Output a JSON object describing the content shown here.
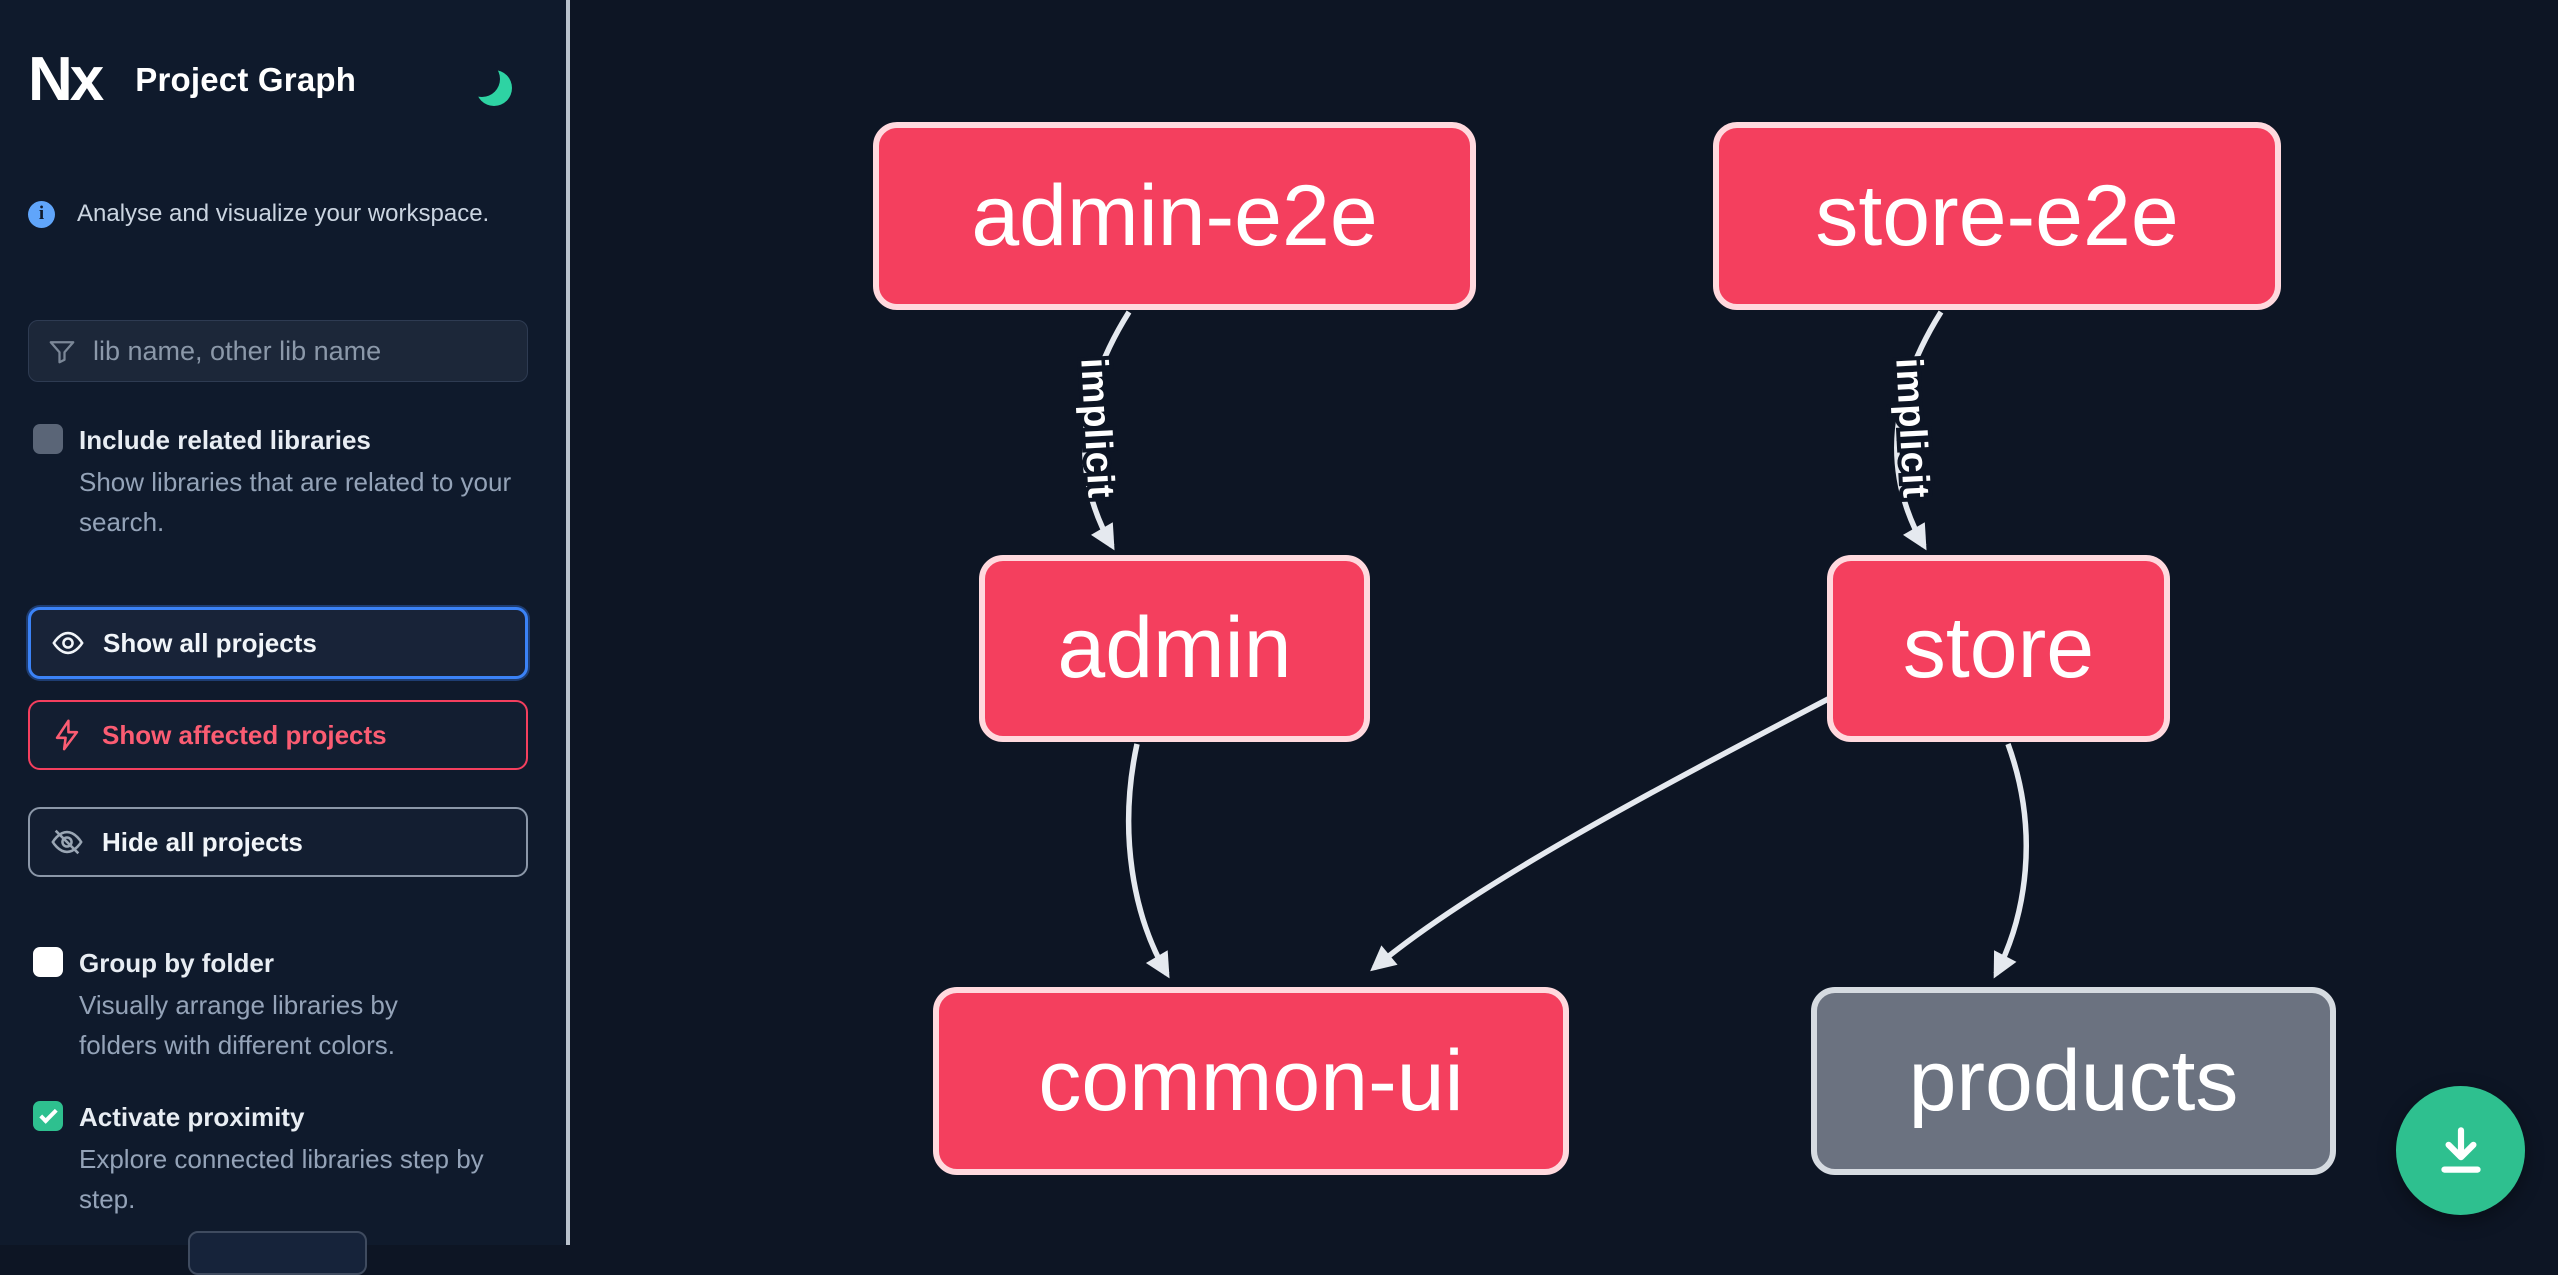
{
  "header": {
    "logo_text": "Nx",
    "title": "Project Graph"
  },
  "sidebar": {
    "tagline": "Analyse and visualize your workspace.",
    "search": {
      "placeholder": "lib name, other lib name",
      "value": ""
    },
    "options": [
      {
        "id": "include-related-libraries",
        "label": "Include related libraries",
        "description": "Show libraries that are related to your search.",
        "checked": false
      },
      {
        "id": "group-by-folder",
        "label": "Group by folder",
        "description": "Visually arrange libraries by folders with different colors.",
        "checked": false
      },
      {
        "id": "activate-proximity",
        "label": "Activate proximity",
        "description": "Explore connected libraries step by step.",
        "checked": true
      }
    ],
    "actions": [
      {
        "id": "show-all",
        "label": "Show all projects"
      },
      {
        "id": "show-affected",
        "label": "Show affected projects"
      },
      {
        "id": "hide-all",
        "label": "Hide all projects"
      }
    ]
  },
  "graph": {
    "nodes": [
      {
        "id": "admin-e2e",
        "label": "admin-e2e",
        "style": "focused"
      },
      {
        "id": "store-e2e",
        "label": "store-e2e",
        "style": "focused"
      },
      {
        "id": "admin",
        "label": "admin",
        "style": "focused"
      },
      {
        "id": "store",
        "label": "store",
        "style": "focused"
      },
      {
        "id": "common-ui",
        "label": "common-ui",
        "style": "focused"
      },
      {
        "id": "products",
        "label": "products",
        "style": "unfocused"
      }
    ],
    "edges": [
      {
        "source": "admin-e2e",
        "target": "admin",
        "label": "implicit"
      },
      {
        "source": "store-e2e",
        "target": "store",
        "label": "implicit"
      },
      {
        "source": "admin",
        "target": "common-ui",
        "label": ""
      },
      {
        "source": "store",
        "target": "common-ui",
        "label": ""
      },
      {
        "source": "store",
        "target": "products",
        "label": ""
      }
    ]
  },
  "colors": {
    "node_pink": "#f43f5e",
    "node_pink_border": "#ffd9de",
    "node_gray": "#6b7280",
    "node_gray_border": "#d6dbe1",
    "accent_green": "#2ec08f",
    "focus_blue": "#3b82f6",
    "affected_red": "#f43f5e",
    "edge": "#e5e9ef",
    "sidebar_bg": "#0f1a2c",
    "canvas_bg": "#0d1524"
  }
}
